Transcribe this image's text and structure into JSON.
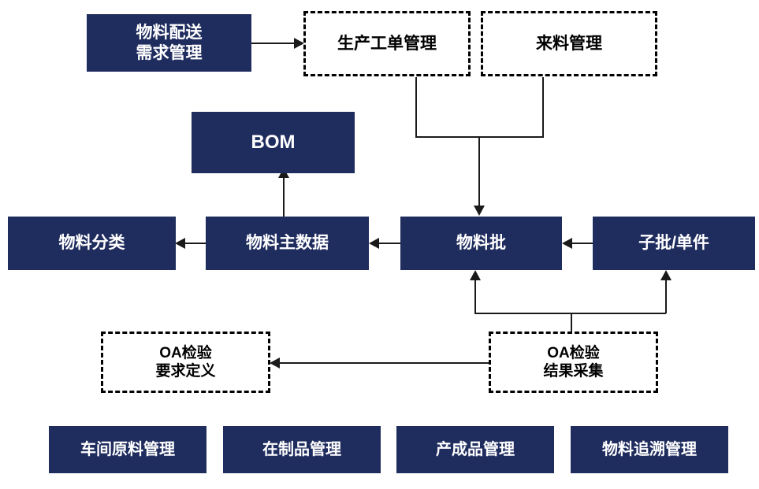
{
  "diagram": {
    "background_color": "#ffffff",
    "solid_node_color": "#1f2c5e",
    "solid_node_text_color": "#ffffff",
    "dashed_node_text_color": "#000000",
    "connector_color": "#1a1a1a"
  },
  "nodes": {
    "material_delivery_demand": {
      "label": "物料配送\n需求管理",
      "style": "solid"
    },
    "production_work_order": {
      "label": "生产工单管理",
      "style": "dashed"
    },
    "incoming_material": {
      "label": "来料管理",
      "style": "dashed"
    },
    "bom": {
      "label": "BOM",
      "style": "solid"
    },
    "material_category": {
      "label": "物料分类",
      "style": "solid"
    },
    "material_master_data": {
      "label": "物料主数据",
      "style": "solid"
    },
    "material_batch": {
      "label": "物料批",
      "style": "solid"
    },
    "sub_batch_unit": {
      "label": "子批/单件",
      "style": "solid"
    },
    "oa_inspection_requirement": {
      "label": "OA检验\n要求定义",
      "style": "dashed"
    },
    "oa_inspection_result": {
      "label": "OA检验\n结果采集",
      "style": "dashed"
    },
    "workshop_raw_material": {
      "label": "车间原料管理",
      "style": "solid"
    },
    "work_in_process": {
      "label": "在制品管理",
      "style": "solid"
    },
    "finished_product": {
      "label": "产成品管理",
      "style": "solid"
    },
    "material_traceability": {
      "label": "物料追溯管理",
      "style": "solid"
    }
  }
}
